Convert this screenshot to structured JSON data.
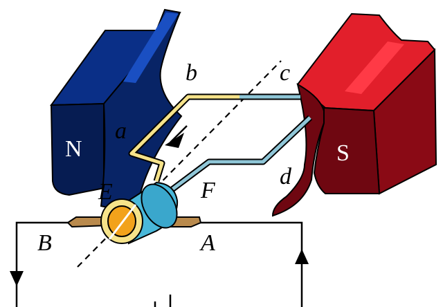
{
  "labels": {
    "north": "N",
    "south": "S",
    "a": "a",
    "b": "b",
    "c": "c",
    "d": "d",
    "e": "E",
    "f": "F",
    "A": "A",
    "B": "B"
  },
  "colors": {
    "north_pole": "#0a2f87",
    "north_pole_dark": "#061c52",
    "south_pole": "#e21f2b",
    "south_pole_dark": "#6f0711",
    "coil_yellow": "#f6e38a",
    "coil_blue": "#8fc6d7",
    "ring_orange": "#f2a21b",
    "ring_blue": "#49b8da",
    "brush": "#b98a4d"
  }
}
